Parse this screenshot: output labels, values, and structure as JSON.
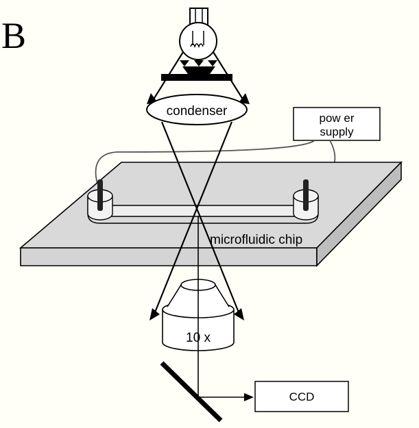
{
  "figure": {
    "panel_letter": "B",
    "labels": {
      "condenser": "condenser",
      "power_supply_line1": "pow er",
      "power_supply_line2": "supply",
      "chip": "microfluidic chip",
      "objective": "10 x",
      "camera": "CCD"
    }
  }
}
